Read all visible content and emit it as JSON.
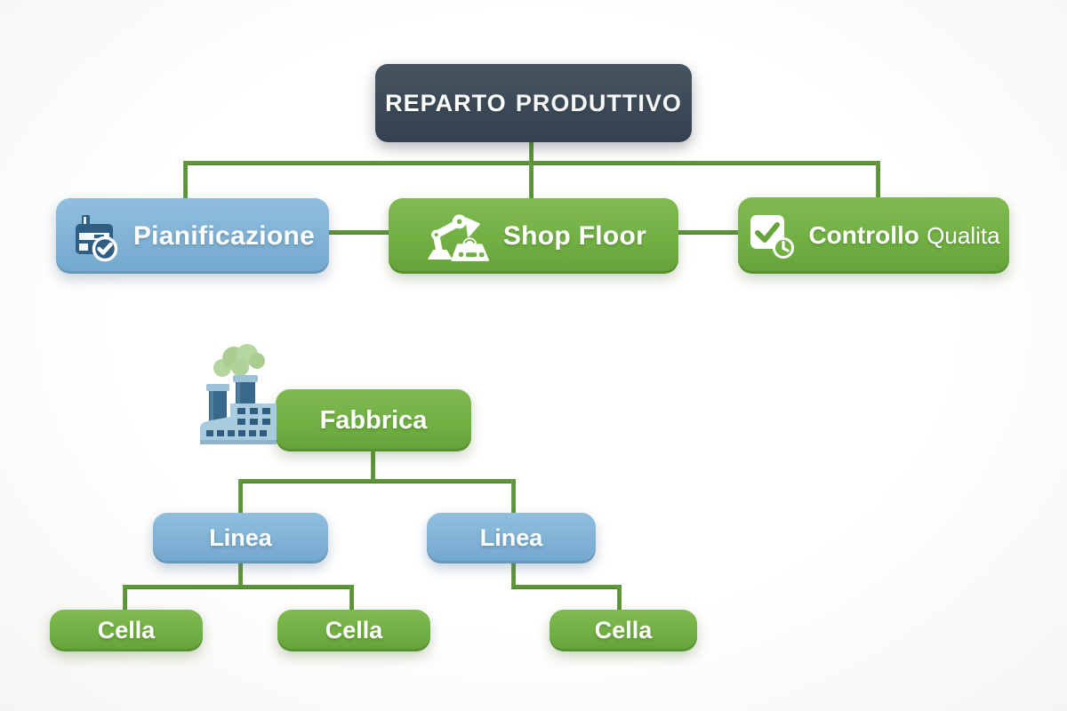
{
  "canvas": {
    "background": "#ffffff"
  },
  "palette": {
    "dark_node": "#3c4a58",
    "green_node": "#72b044",
    "blue_node": "#80b2d6",
    "connector": "#5c9638",
    "node_text": "#ffffff"
  },
  "org_chart": {
    "root": {
      "label": "REPARTO PRODUTTIVO",
      "label_primary": "REPARTO",
      "label_secondary": "PRODUTTIVO",
      "color": "dark"
    },
    "children": [
      {
        "label": "Pianificazione",
        "icon": "planning-calendar-icon",
        "color": "blue"
      },
      {
        "label": "Shop Floor",
        "icon": "robot-arm-icon",
        "color": "green"
      },
      {
        "label": "Controllo Qualita",
        "label_primary": "Controllo",
        "label_secondary": "Qualita",
        "icon": "quality-check-clock-icon",
        "color": "green"
      }
    ]
  },
  "factory_tree": {
    "root": {
      "label": "Fabbrica",
      "icon": "factory-icon",
      "color": "green"
    },
    "lines": [
      {
        "label": "Linea",
        "color": "blue",
        "cells": [
          {
            "label": "Cella",
            "color": "green"
          },
          {
            "label": "Cella",
            "color": "green"
          }
        ]
      },
      {
        "label": "Linea",
        "color": "blue",
        "cells": [
          {
            "label": "Cella",
            "color": "green"
          }
        ]
      }
    ]
  }
}
